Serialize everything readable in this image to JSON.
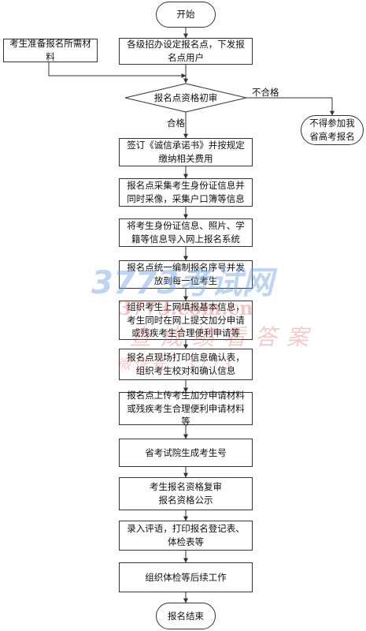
{
  "nodes": {
    "start": "开始",
    "material": "考生准备报名所需材料",
    "step1": "各级招办设定报名点，下发报名点用户",
    "check": "报名点资格初审",
    "reject": "不得参加我省高考报名",
    "step2": "签订《诚信承诺书》并按规定缴纳相关费用",
    "step3": "报名点采集考生身份证信息并同时采像，采集户口簿等信息",
    "step4": "将考生身份证信息、照片、学籍等信息导入网上报名系统",
    "step5": "报名点统一编制报名序号并发放到每一位考生",
    "step6": "组织考生上网填报基本信息，考生同时在网上提交加分申请或残疾考生合理便利申请等",
    "step7": "报名点现场打印信息确认表，组织考生校对和确认信息",
    "step8": "报名点上传考生加分申请材料或残疾考生合理便利申请材料等",
    "step9": "省考试院生成考生号",
    "step10": "考生报名资格复审\n报名资格公示",
    "step11": "录入评语，打印报名登记表、体检表等",
    "step12": "组织体检等后续工作",
    "end": "报名结束"
  },
  "labels": {
    "fail": "不合格",
    "pass": "合格"
  },
  "watermark": {
    "brand": "3773考试网",
    "code": "3773.com.cn",
    "slogan": "查成绩看答案",
    "wechat": "微信号：3773"
  }
}
